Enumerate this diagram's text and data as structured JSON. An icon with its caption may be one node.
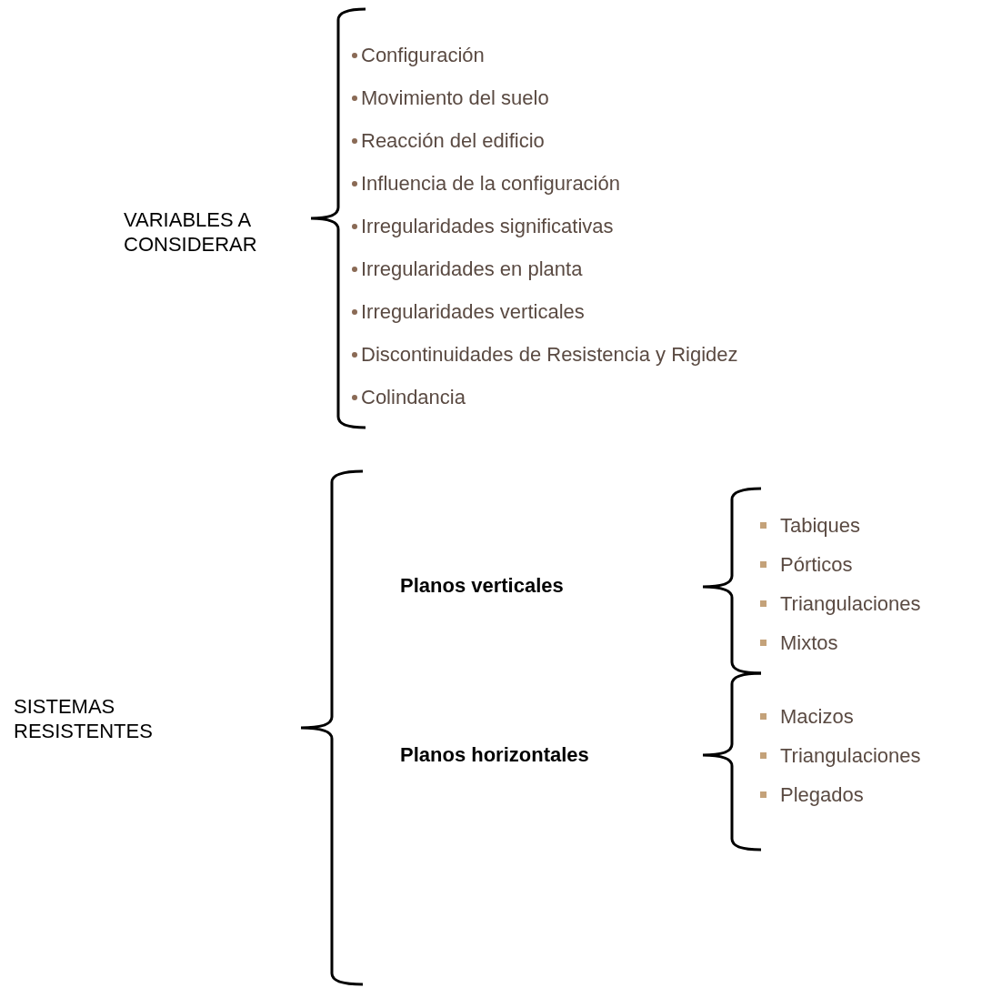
{
  "diagram": {
    "labels": [
      "VARIABLES A CONSIDERAR",
      "Configuración",
      "Movimiento del suelo",
      "Reacción del edificio",
      "Influencia de la configuración",
      "Irregularidades significativas",
      "Irregularidades en planta",
      "Irregularidades verticales",
      "Discontinuidades de Resistencia y Rigidez",
      "Colindancia",
      "SISTEMAS RESISTENTES",
      "Planos verticales",
      "Tabiques",
      "Pórticos",
      "Triangulaciones",
      "Mixtos",
      "Planos horizontales",
      "Macizos",
      "Triangulaciones",
      "Plegados"
    ]
  }
}
